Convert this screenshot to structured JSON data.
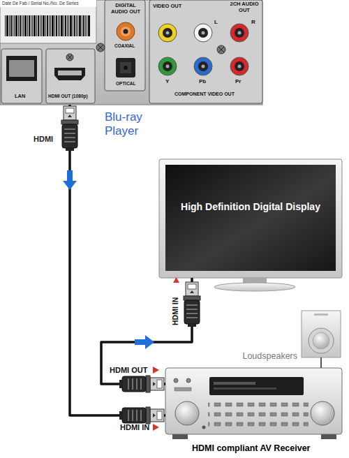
{
  "diagram": {
    "nodes": [
      {
        "text": [
          "Blu-ray Player"
        ]
      },
      {
        "text": [
          "High Definition Digital Display"
        ]
      },
      {
        "text": [
          "Loudspeakers"
        ]
      },
      {
        "text": [
          "HDMI compliant AV Receiver"
        ]
      }
    ],
    "edges": [
      {
        "from": 0,
        "to": 3,
        "arrow": "to"
      },
      {
        "from": 3,
        "to": 1,
        "arrow": "to"
      },
      {
        "from": 3,
        "to": 2,
        "arrow": "none"
      }
    ],
    "labels": [
      "Date De Fab / Serial No./No. De Series",
      "DIGITAL AUDIO OUT",
      "VIDEO OUT",
      "2CH AUDIO OUT",
      "L",
      "R",
      "COAXIAL",
      "Y",
      "Pb",
      "Pr",
      "OPTICAL",
      "COMPONENT VIDEO OUT",
      "LAN",
      "HDMI OUT (1080p)",
      "HDMI",
      "HDMI IN",
      "HDMI OUT",
      "HDMI IN"
    ]
  }
}
